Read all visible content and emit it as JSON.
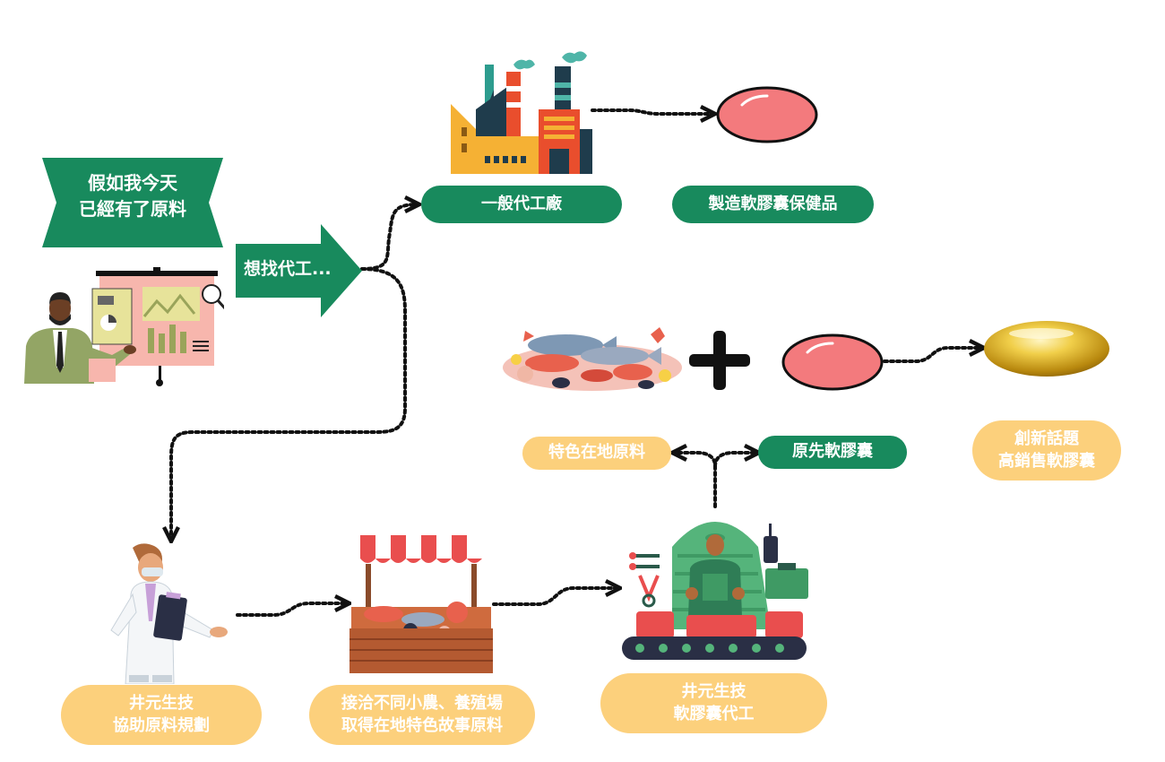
{
  "colors": {
    "primary_green": "#188a5d",
    "accent_yellow": "#fcd07c",
    "capsule_pink": "#f37a7d",
    "capsule_gold": "#e0b21c",
    "connector": "#111111"
  },
  "banner": {
    "line1": "假如我今天",
    "line2": "已經有了原料"
  },
  "arrow_label": "想找代工...",
  "nodes": {
    "general_factory": "一般代工廠",
    "make_capsule": "製造軟膠囊保健品",
    "local_material": "特色在地原料",
    "original_capsule": "原先軟膠囊",
    "innovation": {
      "line1": "創新話題",
      "line2": "高銷售軟膠囊"
    },
    "jingyuan_planning": {
      "line1": "井元生技",
      "line2": "協助原料規劃"
    },
    "farmers": {
      "line1": "接洽不同小農、養殖場",
      "line2": "取得在地特色故事原料"
    },
    "jingyuan_oem": {
      "line1": "井元生技",
      "line2": "軟膠囊代工"
    }
  },
  "icons": [
    "presenter-icon",
    "factory-icon",
    "pink-capsule-icon",
    "seafood-icon",
    "plus-icon",
    "gold-capsule-icon",
    "doctor-icon",
    "market-stall-icon",
    "worker-machine-icon"
  ]
}
